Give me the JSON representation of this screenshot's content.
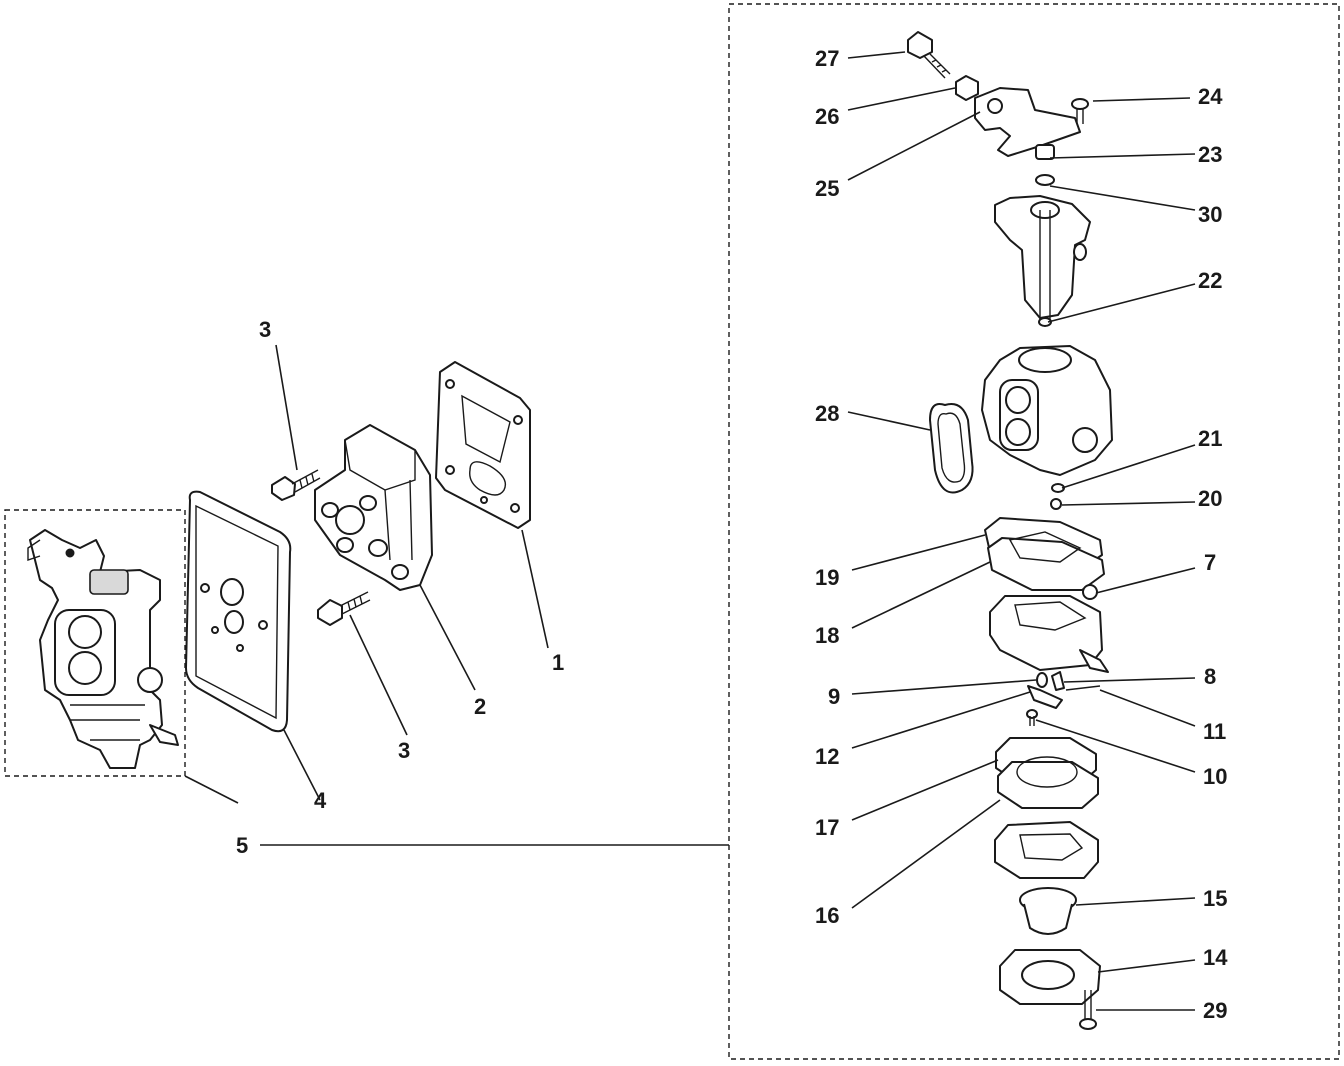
{
  "diagram": {
    "callouts": {
      "c1": "1",
      "c2": "2",
      "c3a": "3",
      "c3b": "3",
      "c4": "4",
      "c5": "5",
      "c7": "7",
      "c8": "8",
      "c9": "9",
      "c10": "10",
      "c11": "11",
      "c12": "12",
      "c14": "14",
      "c15": "15",
      "c16": "16",
      "c17": "17",
      "c18": "18",
      "c19": "19",
      "c20": "20",
      "c21": "21",
      "c22": "22",
      "c23": "23",
      "c24": "24",
      "c25": "25",
      "c26": "26",
      "c27": "27",
      "c28": "28",
      "c29": "29",
      "c30": "30"
    }
  },
  "colors": {
    "ink": "#1a1a1a",
    "paper": "#ffffff",
    "shade": "#d9d9d9"
  }
}
